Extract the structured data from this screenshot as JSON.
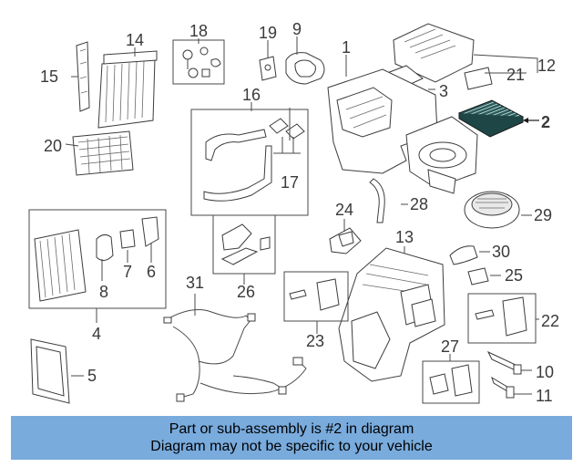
{
  "callouts": [
    "1",
    "2",
    "3",
    "4",
    "5",
    "6",
    "7",
    "8",
    "9",
    "10",
    "11",
    "12",
    "13",
    "14",
    "15",
    "16",
    "17",
    "18",
    "19",
    "20",
    "21",
    "22",
    "23",
    "24",
    "25",
    "26",
    "27",
    "28",
    "29",
    "30",
    "31"
  ],
  "highlight_part": "2",
  "banner": {
    "line1": "Part or sub-assembly is #2 in diagram",
    "line2": "Diagram may not be specific to your vehicle",
    "color": "#79abdd"
  },
  "colors": {
    "highlight_part": "#2a5b5b"
  }
}
